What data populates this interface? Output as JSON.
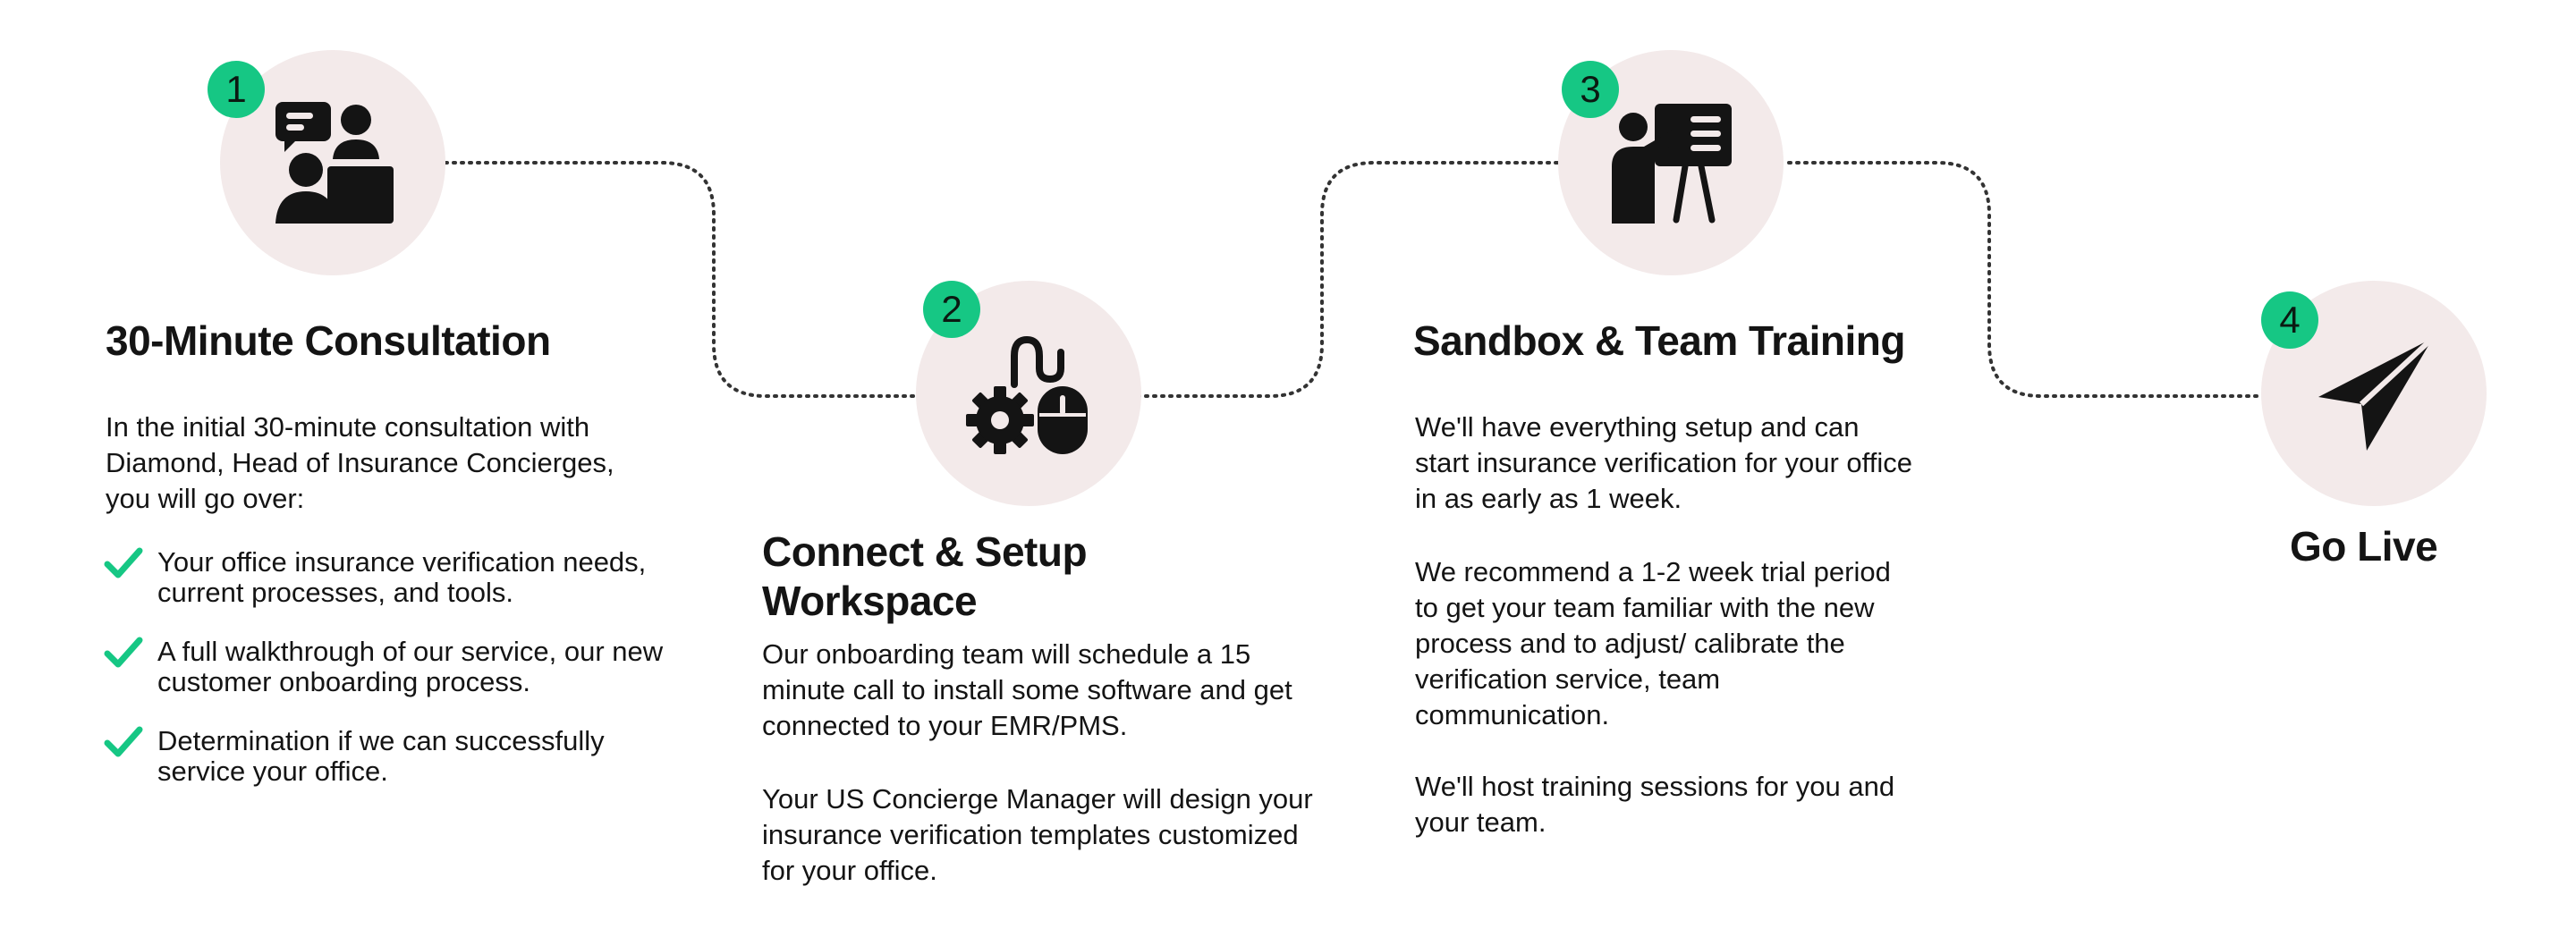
{
  "colors": {
    "accent": "#16c784",
    "circle_bg": "#f3eaea",
    "text": "#141414",
    "connector": "#333333"
  },
  "steps": [
    {
      "number": "1",
      "icon": "consultation-icon",
      "title": "30-Minute Consultation",
      "intro": "In the initial 30-minute consultation with Diamond, Head of Insurance Concierges, you will go over:",
      "checklist": [
        "Your office insurance verification needs, current processes, and tools.",
        "A full walkthrough of our service, our new customer onboarding process.",
        "Determination if we can successfully service your office."
      ]
    },
    {
      "number": "2",
      "icon": "gear-and-mouse-icon",
      "title": "Connect & Setup Workspace",
      "paragraphs": [
        "Our onboarding team will schedule a 15 minute call to install some software and get connected to your EMR/PMS.",
        "Your US Concierge Manager will design your insurance verification templates customized for your office."
      ]
    },
    {
      "number": "3",
      "icon": "presentation-training-icon",
      "title": "Sandbox & Team Training",
      "paragraphs": [
        "We'll have everything setup and can start insurance verification for your office in as early as 1 week.",
        "We recommend a 1-2 week trial period to get your team familiar with the new process and to adjust/ calibrate the verification service, team communication.",
        "We'll host training sessions for you and your team."
      ]
    },
    {
      "number": "4",
      "icon": "paper-plane-icon",
      "title": "Go Live"
    }
  ]
}
